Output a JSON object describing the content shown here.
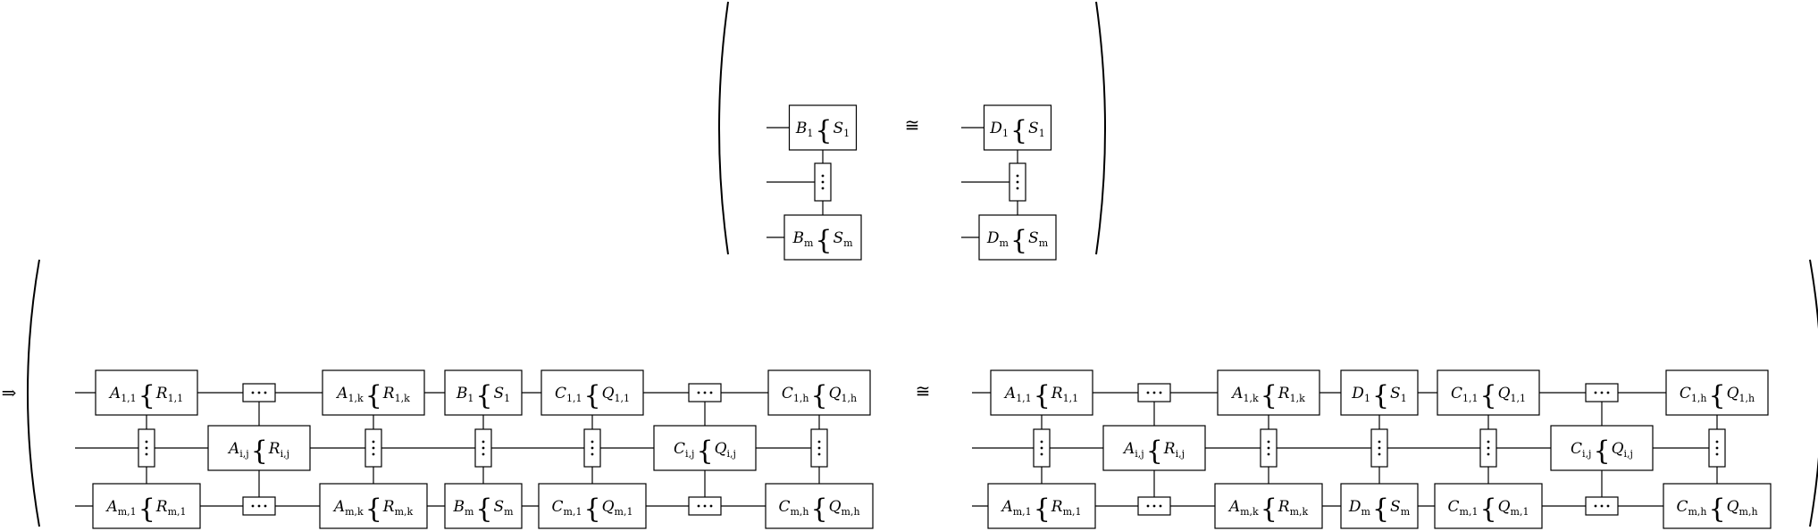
{
  "relation_symbol": "≅",
  "implies_symbol": "⇒",
  "top": {
    "left_column": [
      {
        "label": "B",
        "label_sub": "1",
        "target": "S",
        "target_sub": "1"
      },
      {
        "label": "B",
        "label_sub": "m",
        "target": "S",
        "target_sub": "m"
      }
    ],
    "right_column": [
      {
        "label": "D",
        "label_sub": "1",
        "target": "S",
        "target_sub": "1"
      },
      {
        "label": "D",
        "label_sub": "m",
        "target": "S",
        "target_sub": "m"
      }
    ]
  },
  "bottom": {
    "left_columns": [
      {
        "rows": [
          {
            "label": "A",
            "label_sub": "1,1",
            "target": "R",
            "target_sub": "1,1"
          },
          {
            "vdots": true
          },
          {
            "label": "A",
            "label_sub": "m,1",
            "target": "R",
            "target_sub": "m,1"
          }
        ]
      },
      {
        "rows": [
          {
            "dots": true
          },
          {
            "label": "A",
            "label_sub": "i,j",
            "target": "R",
            "target_sub": "i,j"
          },
          {
            "dots": true
          }
        ]
      },
      {
        "rows": [
          {
            "label": "A",
            "label_sub": "1,k",
            "target": "R",
            "target_sub": "1,k"
          },
          {
            "vdots": true
          },
          {
            "label": "A",
            "label_sub": "m,k",
            "target": "R",
            "target_sub": "m,k"
          }
        ]
      },
      {
        "rows": [
          {
            "label": "B",
            "label_sub": "1",
            "target": "S",
            "target_sub": "1"
          },
          {
            "vdots": true
          },
          {
            "label": "B",
            "label_sub": "m",
            "target": "S",
            "target_sub": "m"
          }
        ]
      },
      {
        "rows": [
          {
            "label": "C",
            "label_sub": "1,1",
            "target": "Q",
            "target_sub": "1,1"
          },
          {
            "vdots": true
          },
          {
            "label": "C",
            "label_sub": "m,1",
            "target": "Q",
            "target_sub": "m,1"
          }
        ]
      },
      {
        "rows": [
          {
            "dots": true
          },
          {
            "label": "C",
            "label_sub": "i,j",
            "target": "Q",
            "target_sub": "i,j"
          },
          {
            "dots": true
          }
        ]
      },
      {
        "rows": [
          {
            "label": "C",
            "label_sub": "1,h",
            "target": "Q",
            "target_sub": "1,h"
          },
          {
            "vdots": true
          },
          {
            "label": "C",
            "label_sub": "m,h",
            "target": "Q",
            "target_sub": "m,h"
          }
        ]
      }
    ],
    "right_columns": [
      {
        "rows": [
          {
            "label": "A",
            "label_sub": "1,1",
            "target": "R",
            "target_sub": "1,1"
          },
          {
            "vdots": true
          },
          {
            "label": "A",
            "label_sub": "m,1",
            "target": "R",
            "target_sub": "m,1"
          }
        ]
      },
      {
        "rows": [
          {
            "dots": true
          },
          {
            "label": "A",
            "label_sub": "i,j",
            "target": "R",
            "target_sub": "i,j"
          },
          {
            "dots": true
          }
        ]
      },
      {
        "rows": [
          {
            "label": "A",
            "label_sub": "1,k",
            "target": "R",
            "target_sub": "1,k"
          },
          {
            "vdots": true
          },
          {
            "label": "A",
            "label_sub": "m,k",
            "target": "R",
            "target_sub": "m,k"
          }
        ]
      },
      {
        "rows": [
          {
            "label": "D",
            "label_sub": "1",
            "target": "S",
            "target_sub": "1"
          },
          {
            "vdots": true
          },
          {
            "label": "D",
            "label_sub": "m",
            "target": "S",
            "target_sub": "m"
          }
        ]
      },
      {
        "rows": [
          {
            "label": "C",
            "label_sub": "1,1",
            "target": "Q",
            "target_sub": "1,1"
          },
          {
            "vdots": true
          },
          {
            "label": "C",
            "label_sub": "m,1",
            "target": "Q",
            "target_sub": "m,1"
          }
        ]
      },
      {
        "rows": [
          {
            "dots": true
          },
          {
            "label": "C",
            "label_sub": "i,j",
            "target": "Q",
            "target_sub": "i,j"
          },
          {
            "dots": true
          }
        ]
      },
      {
        "rows": [
          {
            "label": "C",
            "label_sub": "1,h",
            "target": "Q",
            "target_sub": "1,h"
          },
          {
            "vdots": true
          },
          {
            "label": "C",
            "label_sub": "m,h",
            "target": "Q",
            "target_sub": "m,h"
          }
        ]
      }
    ]
  }
}
